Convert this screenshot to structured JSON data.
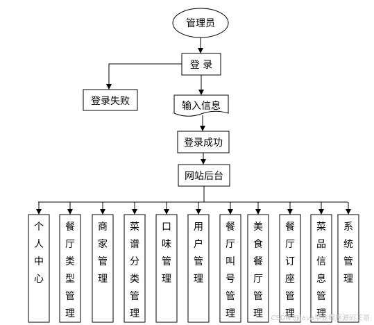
{
  "nodes": {
    "admin": "管理员",
    "login": "登 录",
    "login_fail": "登录失败",
    "input_info": "输入信息",
    "login_success": "登录成功",
    "website_backend": "网站后台"
  },
  "modules": [
    "个人中心",
    "餐厅类型管理",
    "商家管理",
    "菜谱分类管理",
    "口味管理",
    "用户管理",
    "餐厅叫号管理",
    "美食餐厅管理",
    "餐厅订座管理",
    "菜品信息管理",
    "系统管理"
  ],
  "watermark": "CSDN @java毕业程序源码王哥"
}
